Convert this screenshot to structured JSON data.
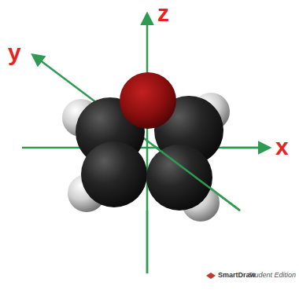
{
  "diagram": {
    "labels": [
      "z",
      "y",
      "x",
      "SmartDraw",
      "Student Edition"
    ]
  }
}
